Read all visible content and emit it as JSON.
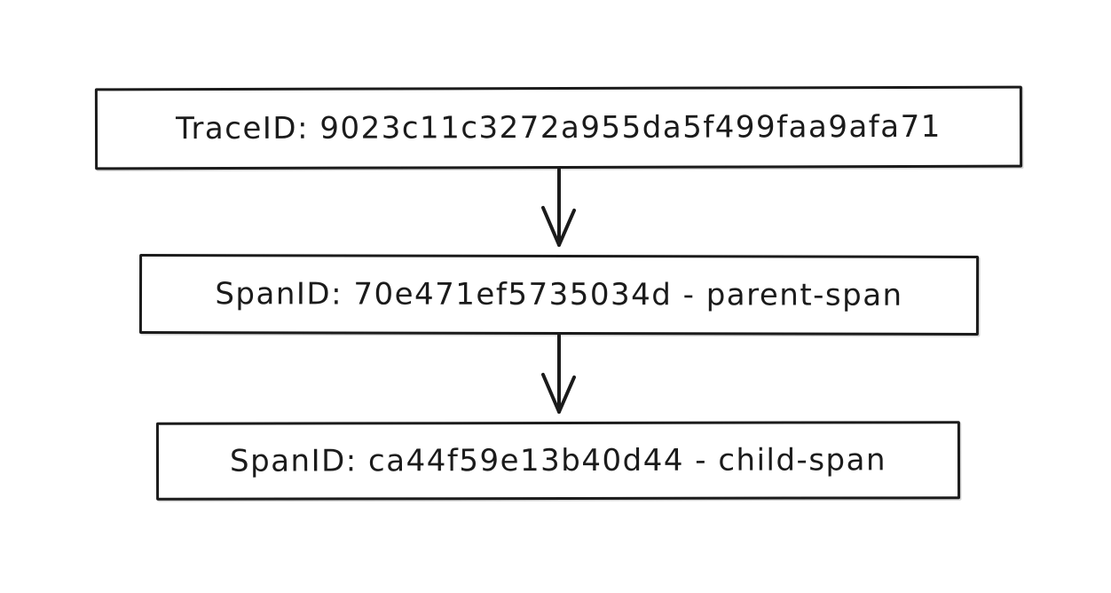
{
  "diagram": {
    "type": "flowchart",
    "style": "hand-drawn",
    "colors": {
      "background": "#ffffff",
      "stroke": "#1b1b1b",
      "node_fill": "#ffffff"
    },
    "nodes": [
      {
        "id": "trace",
        "label": "TraceID: 9023c11c3272a955da5f499faa9afa71"
      },
      {
        "id": "parent-span",
        "label": "SpanID: 70e471ef5735034d - parent-span"
      },
      {
        "id": "child-span",
        "label": "SpanID: ca44f59e13b40d44 - child-span"
      }
    ],
    "edges": [
      {
        "from": "trace",
        "to": "parent-span",
        "direction": "down"
      },
      {
        "from": "parent-span",
        "to": "child-span",
        "direction": "down"
      }
    ]
  }
}
